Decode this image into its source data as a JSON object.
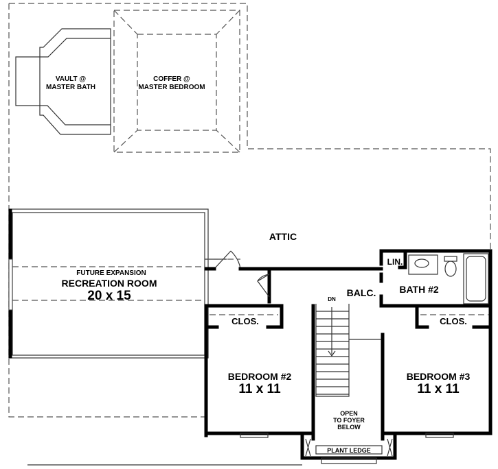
{
  "rooms": {
    "vault": {
      "line1": "VAULT @",
      "line2": "MASTER BATH"
    },
    "coffer": {
      "line1": "COFFER @",
      "line2": "MASTER BEDROOM"
    },
    "attic": "ATTIC",
    "recreation": {
      "note": "FUTURE EXPANSION",
      "name": "RECREATION ROOM",
      "size": "20 x 15"
    },
    "linen": "LIN.",
    "bath2": "BATH #2",
    "balcony": "BALC.",
    "stair_dn": "DN",
    "closet2": "CLOS.",
    "closet3": "CLOS.",
    "bedroom2": {
      "name": "BEDROOM #2",
      "size": "11 x 11"
    },
    "bedroom3": {
      "name": "BEDROOM #3",
      "size": "11 x 11"
    },
    "open_foyer": {
      "line1": "OPEN",
      "line2": "TO FOYER",
      "line3": "BELOW"
    },
    "plant_ledge": "PLANT LEDGE"
  }
}
